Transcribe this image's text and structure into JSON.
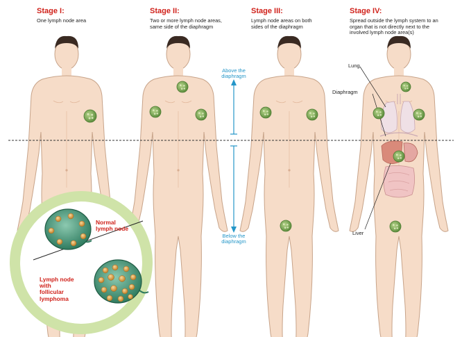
{
  "stages": [
    {
      "title": "Stage I:",
      "description": "One lymph node area"
    },
    {
      "title": "Stage II:",
      "description": "Two or more lymph node areas,\nsame side of the diaphragm"
    },
    {
      "title": "Stage III:",
      "description": "Lymph node areas on both\nsides of the diaphragm"
    },
    {
      "title": "Stage IV:",
      "description": "Spread outside the lymph system to an\norgan that is not directly next to the\ninvolved lymph node area(s)"
    }
  ],
  "diaphragm_markers": {
    "above": "Above the\ndiaphragm",
    "below": "Below the\ndiaphragm"
  },
  "organ_labels": {
    "lung": "Lung",
    "diaphragm": "Diaphragm",
    "liver": "Liver"
  },
  "inset": {
    "normal": "Normal\nlymph node",
    "follicular": "Lymph node\nwith\nfollicular\nlymphoma"
  },
  "colors": {
    "title_red": "#d0221b",
    "marker_blue": "#2496c8",
    "skin": "#f6dcc8",
    "node_green": "#7fae5a",
    "inset_ring": "#cfe3a8"
  }
}
